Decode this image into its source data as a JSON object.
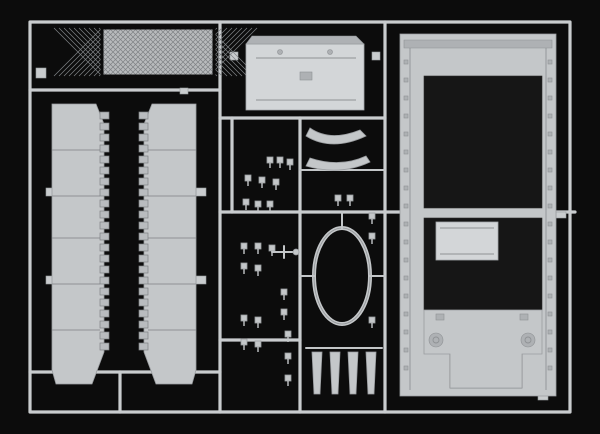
{
  "image": {
    "subject": "",
    "background_color": "#0c0c0c",
    "plastic_color": "#c4c7c9"
  },
  "parts": {
    "mesh_grille": "mesh-grille",
    "track_guard_left": "track-guard-left",
    "track_guard_right": "track-guard-right",
    "hull_box": "hull-box",
    "hull_frame": "hull-frame",
    "center_bracket": "center-bracket",
    "oval_ring": "oval-ring",
    "small_parts": "small-parts"
  }
}
